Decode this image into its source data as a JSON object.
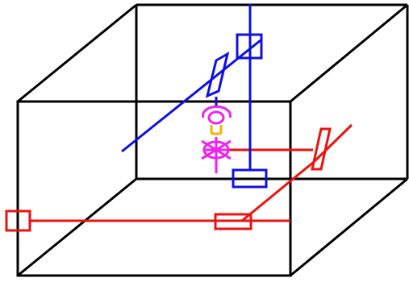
{
  "diagram": {
    "colors": {
      "box": "#000000",
      "blue_pipe": "#1010e0",
      "red_pipe": "#ee1111",
      "fixture": "#ee22ee",
      "trap": "#f0b400",
      "background": "#ffffff"
    },
    "elements": [
      "wire-frame-box",
      "blue-vertical-pipe",
      "blue-diagonal-pipe",
      "red-pipe-network",
      "pink-fixture",
      "yellow-trap"
    ]
  }
}
